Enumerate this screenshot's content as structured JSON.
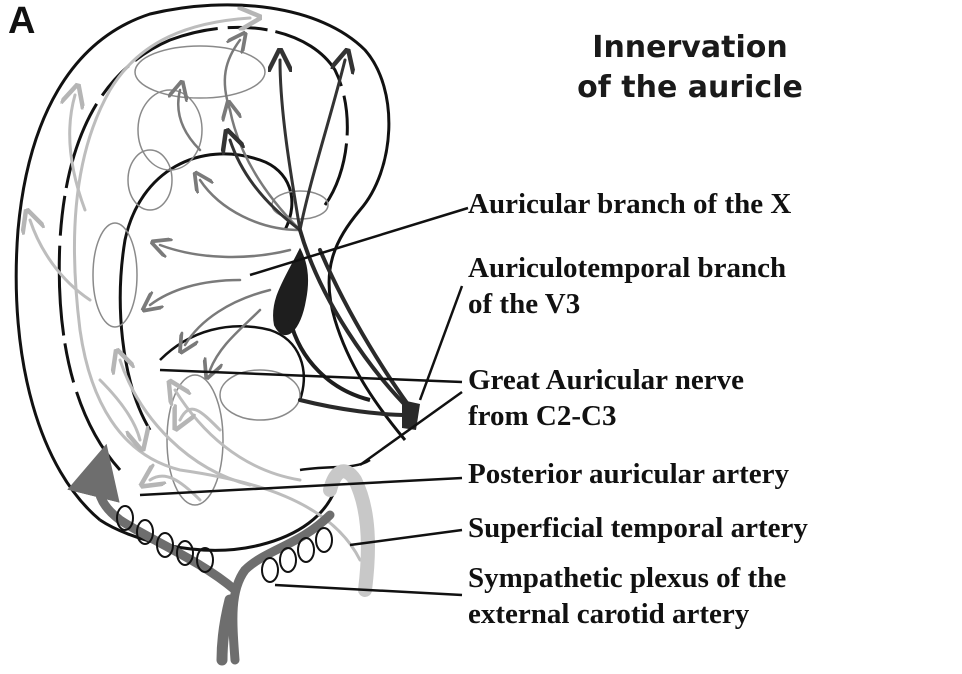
{
  "panel_letter": "A",
  "title": {
    "line1": "Innervation",
    "line2": "of the auricle"
  },
  "labels": [
    {
      "id": "auricular-branch-x",
      "lines": [
        "Auricular branch of the X"
      ]
    },
    {
      "id": "auriculotemporal-v3",
      "lines": [
        "Auriculotemporal branch",
        "of the V3"
      ]
    },
    {
      "id": "great-auricular",
      "lines": [
        "Great Auricular nerve",
        "from C2-C3"
      ]
    },
    {
      "id": "posterior-auricular-artery",
      "lines": [
        "Posterior auricular artery"
      ]
    },
    {
      "id": "superficial-temporal-artery",
      "lines": [
        "Superficial temporal artery"
      ]
    },
    {
      "id": "sympathetic-plexus",
      "lines": [
        "Sympathetic plexus of the",
        "external carotid artery"
      ]
    }
  ],
  "colors": {
    "vagus": "#3a3a3a",
    "auriculotemporal": "#1e1e1e",
    "great_auricular": "#bdbdbd",
    "cervical_mid": "#8a8a8a",
    "artery_dark": "#6e6e6e",
    "artery_light": "#c8c8c8",
    "outline": "#111111"
  }
}
